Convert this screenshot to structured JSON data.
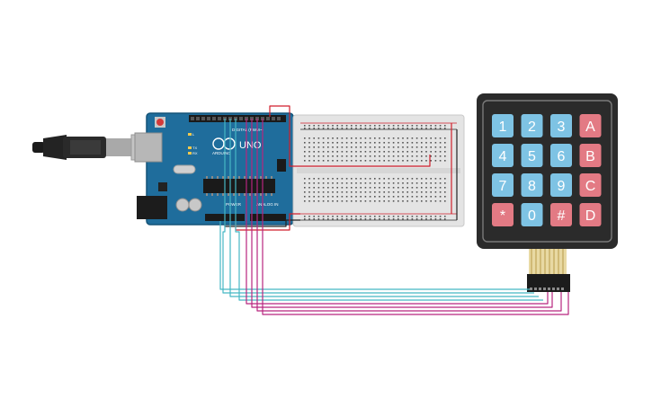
{
  "board": {
    "brand": "ARDUINO",
    "model": "UNO",
    "digital_header_text": "DIGITAL (PWM~)",
    "power_header_text": "POWER",
    "analog_header_text": "ANALOG IN",
    "led_tx": "TX",
    "led_rx": "RX",
    "led_l": "L"
  },
  "keypad": {
    "rows": [
      [
        {
          "label": "1",
          "kind": "num"
        },
        {
          "label": "2",
          "kind": "num"
        },
        {
          "label": "3",
          "kind": "num"
        },
        {
          "label": "A",
          "kind": "letter"
        }
      ],
      [
        {
          "label": "4",
          "kind": "num"
        },
        {
          "label": "5",
          "kind": "num"
        },
        {
          "label": "6",
          "kind": "num"
        },
        {
          "label": "B",
          "kind": "letter"
        }
      ],
      [
        {
          "label": "7",
          "kind": "num"
        },
        {
          "label": "8",
          "kind": "num"
        },
        {
          "label": "9",
          "kind": "num"
        },
        {
          "label": "C",
          "kind": "letter"
        }
      ],
      [
        {
          "label": "*",
          "kind": "letter"
        },
        {
          "label": "0",
          "kind": "num"
        },
        {
          "label": "#",
          "kind": "letter"
        },
        {
          "label": "D",
          "kind": "letter"
        }
      ]
    ]
  },
  "colors": {
    "board": "#1f6d9c",
    "board_dark": "#155478",
    "keypad_body": "#2b2b2b",
    "key_num": "#7ec3e4",
    "key_letter": "#e37a84",
    "wire_teal": "#45b8c4",
    "wire_magenta": "#b8257f",
    "wire_red": "#d11f2c",
    "wire_black": "#222222",
    "breadboard": "#e4e4e4"
  }
}
